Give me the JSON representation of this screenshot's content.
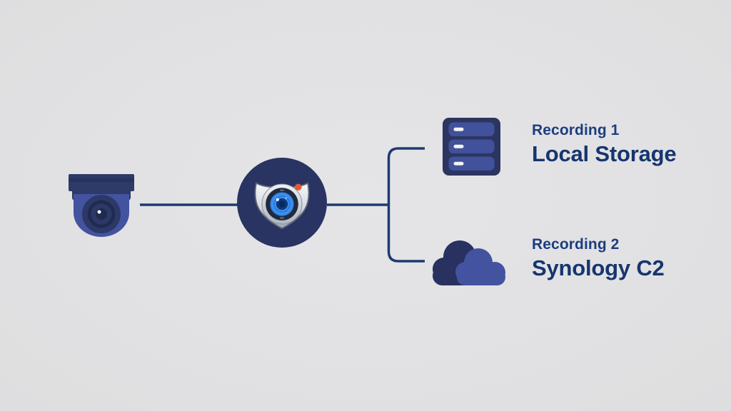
{
  "diagram": {
    "nodes": {
      "camera": {
        "icon": "dome-camera-icon"
      },
      "hub": {
        "icon": "surveillance-shield-icon",
        "led_icon": "recording-led-dot"
      }
    },
    "destinations": [
      {
        "label": "Recording 1",
        "title": "Local Storage",
        "icon": "storage-server-icon"
      },
      {
        "label": "Recording 2",
        "title": "Synology C2",
        "icon": "c2-cloud-icon"
      }
    ]
  },
  "colors": {
    "background": "#e1e1e3",
    "connector": "#1e3a72",
    "navy_dark": "#2b3560",
    "hub_circle": "#293463",
    "indigo_mid": "#4453a0",
    "label_text": "#1d3d7e",
    "title_text": "#16356f",
    "led_red": "#e7582c",
    "iris_blue": "#2f86e8",
    "bay_dash": "#f3f4f6"
  }
}
